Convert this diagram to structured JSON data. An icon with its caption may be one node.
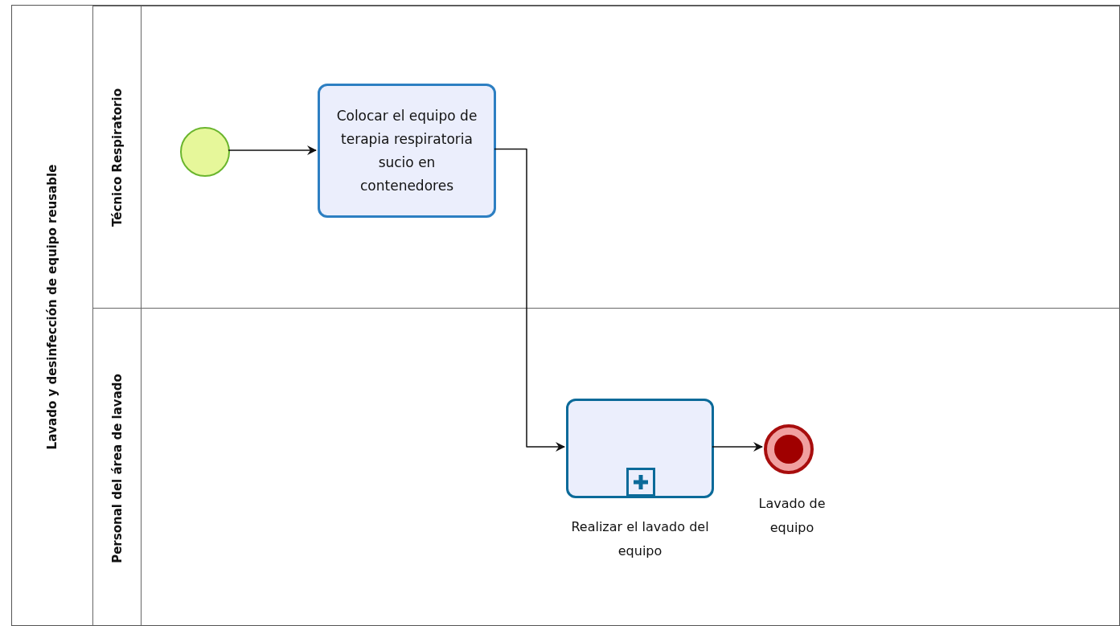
{
  "diagram": {
    "nodes": [
      {
        "text": [
          "Lavado y desinfección de equipo reusable"
        ]
      },
      {
        "text": [
          "Técnico Respiratorio"
        ],
        "in": 0
      },
      {
        "text": [
          "Personal del área de lavado"
        ],
        "in": 0
      },
      {
        "text": [],
        "shape": "circle",
        "in": 1
      },
      {
        "text": [
          "Colocar el equipo de terapia respiratoria sucio en contenedores"
        ],
        "in": 1
      },
      {
        "text": [
          "Realizar el lavado del equipo"
        ],
        "in": 2
      },
      {
        "text": [
          "Lavado de equipo"
        ],
        "in": 2
      }
    ],
    "edges": [
      {
        "from": 3,
        "to": 4,
        "arrow": "to"
      },
      {
        "from": 4,
        "to": 5,
        "arrow": "to"
      },
      {
        "from": 5,
        "to": 6,
        "arrow": "to"
      }
    ]
  }
}
